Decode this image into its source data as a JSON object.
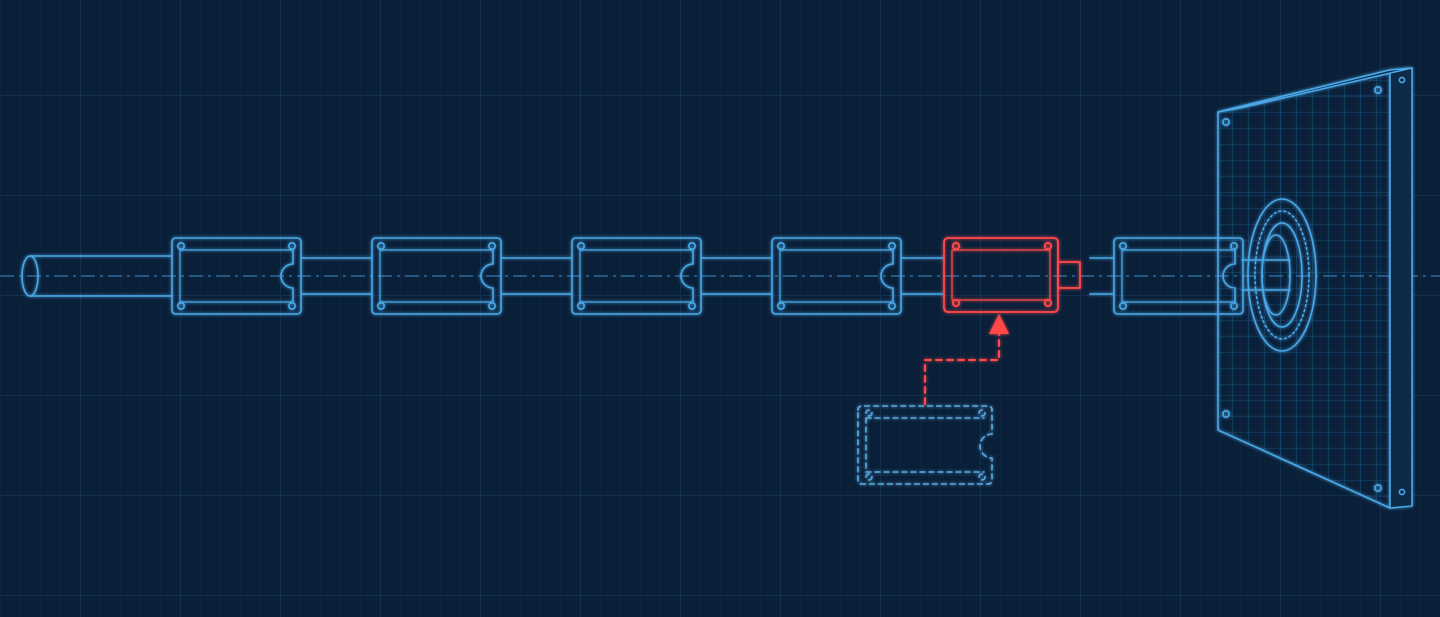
{
  "colors": {
    "background": "#0a1f38",
    "grid_minor": "#12304f",
    "grid_major": "#1a3d62",
    "line": "#4aa8e8",
    "line_dim": "#2e6f9f",
    "highlight": "#ff4a4a",
    "ghost": "#5aa8e0"
  },
  "diagram": {
    "components": [
      {
        "id": "shaft",
        "kind": "shaft"
      },
      {
        "id": "block-1",
        "kind": "module"
      },
      {
        "id": "block-2",
        "kind": "module"
      },
      {
        "id": "block-3",
        "kind": "module"
      },
      {
        "id": "block-4",
        "kind": "module"
      },
      {
        "id": "block-5",
        "kind": "module-highlighted"
      },
      {
        "id": "block-6",
        "kind": "module"
      },
      {
        "id": "mount-plate",
        "kind": "plate"
      },
      {
        "id": "replacement-block",
        "kind": "module-ghost"
      }
    ],
    "connections": [
      {
        "from": "replacement-block",
        "to": "block-5",
        "style": "dashed-arrow"
      }
    ]
  }
}
